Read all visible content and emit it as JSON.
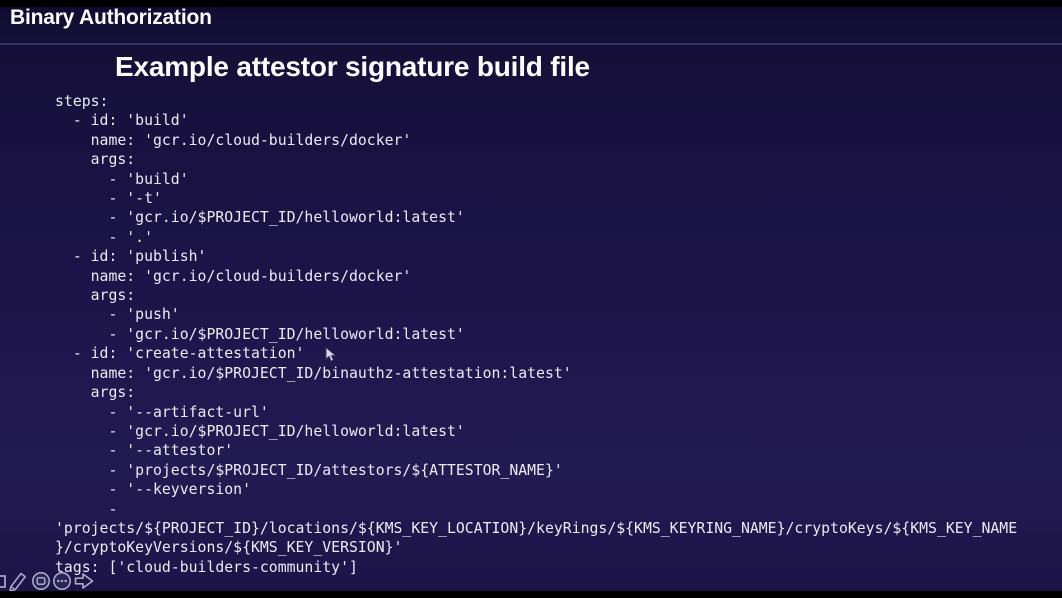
{
  "slide": {
    "section_title": "Binary Authorization",
    "title": "Example attestor signature build file"
  },
  "code": {
    "language": "yaml",
    "lines": [
      "steps:",
      "  - id: 'build'",
      "    name: 'gcr.io/cloud-builders/docker'",
      "    args:",
      "      - 'build'",
      "      - '-t'",
      "      - 'gcr.io/$PROJECT_ID/helloworld:latest'",
      "      - '.'",
      "  - id: 'publish'",
      "    name: 'gcr.io/cloud-builders/docker'",
      "    args:",
      "      - 'push'",
      "      - 'gcr.io/$PROJECT_ID/helloworld:latest'",
      "  - id: 'create-attestation'",
      "    name: 'gcr.io/$PROJECT_ID/binauthz-attestation:latest'",
      "    args:",
      "      - '--artifact-url'",
      "      - 'gcr.io/$PROJECT_ID/helloworld:latest'",
      "      - '--attestor'",
      "      - 'projects/$PROJECT_ID/attestors/${ATTESTOR_NAME}'",
      "      - '--keyversion'",
      "      -",
      "'projects/${PROJECT_ID}/locations/${KMS_KEY_LOCATION}/keyRings/${KMS_KEYRING_NAME}/cryptoKeys/${KMS_KEY_NAME",
      "}/cryptoKeyVersions/${KMS_KEY_VERSION}'",
      "tags: ['cloud-builders-community']"
    ]
  },
  "overlay": {
    "cursor_icon": "arrow-cursor-icon",
    "toolbar_icons": [
      "square-tool-icon",
      "pencil-tool-icon",
      "shape-stamp-icon",
      "more-options-icon",
      "forward-arrow-icon"
    ]
  },
  "colors": {
    "background_top": "#100b30",
    "background_mid": "#1d154a",
    "background_bottom": "#1c1447",
    "letterbox": "#000000",
    "divider": "#3a3465",
    "heading_text": "#fcfcfe",
    "code_text": "#eceaf3",
    "toolbar_icon": "#aba8c8"
  }
}
